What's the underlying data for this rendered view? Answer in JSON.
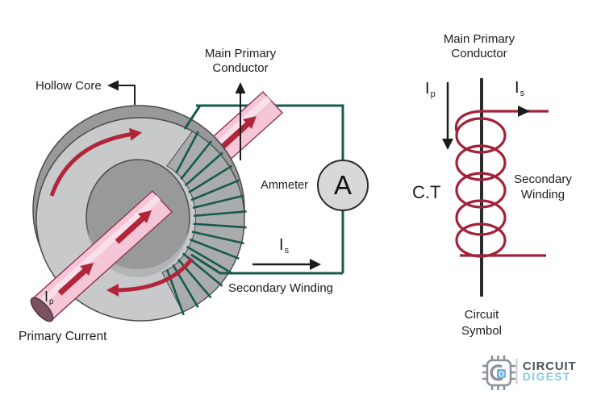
{
  "left_diagram": {
    "hollow_core": "Hollow Core",
    "main_primary_conductor": {
      "line1": "Main Primary",
      "line2": "Conductor"
    },
    "ammeter_label": "Ammeter",
    "ammeter_symbol": "A",
    "secondary_current_symbol": {
      "symbol": "I",
      "subscript": "s"
    },
    "secondary_winding": "Secondary Winding",
    "primary_current_symbol": {
      "symbol": "I",
      "subscript": "p"
    },
    "primary_current": "Primary Current"
  },
  "right_diagram": {
    "main_primary_conductor": {
      "line1": "Main Primary",
      "line2": "Conductor"
    },
    "primary_current_symbol": {
      "symbol": "I",
      "subscript": "p"
    },
    "secondary_current_symbol": {
      "symbol": "I",
      "subscript": "s"
    },
    "ct_label": "C.T",
    "secondary_winding": {
      "line1": "Secondary",
      "line2": "Winding"
    },
    "circuit_symbol": {
      "line1": "Circuit",
      "line2": "Symbol"
    }
  },
  "logo": {
    "line1": "CIRCUIT",
    "line2": "DIGEST"
  },
  "colors": {
    "winding_teal": "#175a4f",
    "current_arrow_red": "#b1253a",
    "coil_red": "#a42239",
    "tube_pink": "#f5c6d8",
    "tube_highlight": "#fae3ee",
    "core_gray": "#c8c9cb",
    "core_dark_gray": "#98999b",
    "ammeter_fill": "#d8d8da",
    "text": "#1c1c1c",
    "logo_blue": "#85c5e8",
    "logo_gray": "#4c5257"
  }
}
